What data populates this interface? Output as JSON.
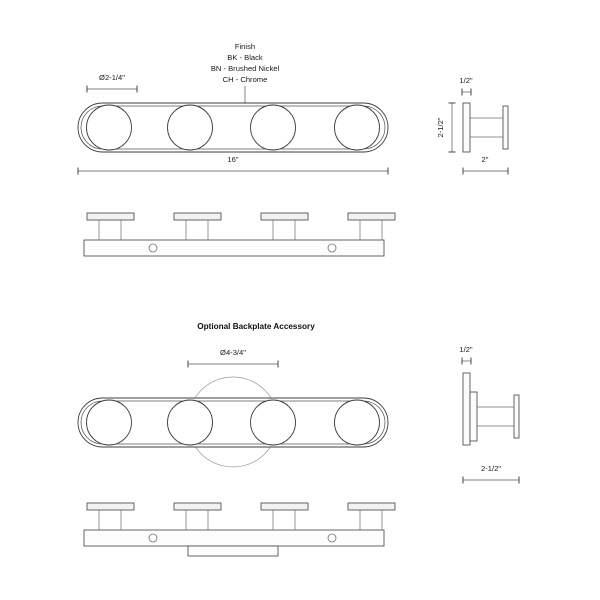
{
  "drawing": {
    "finish_note": {
      "title": "Finish",
      "options": [
        "BK - Black",
        "BN - Brushed Nickel",
        "CH - Chrome"
      ]
    },
    "upper_assembly": {
      "shade_diameter": "Ø2-1/4\"",
      "overall_width": "16\"",
      "side_view": {
        "backplate_thickness": "1/2\"",
        "backplate_height": "2-1/2\"",
        "projection": "2\""
      }
    },
    "lower_assembly": {
      "section_title": "Optional Backplate Accessory",
      "backplate_diameter": "Ø4-3/4\"",
      "side_view": {
        "backplate_thickness": "1/2\"",
        "projection": "2-1/2\""
      }
    },
    "colors": {
      "line": "#3c3c3c",
      "ghost_line": "#9a9a9a",
      "text": "#1a1a1a",
      "background": "#ffffff"
    }
  }
}
